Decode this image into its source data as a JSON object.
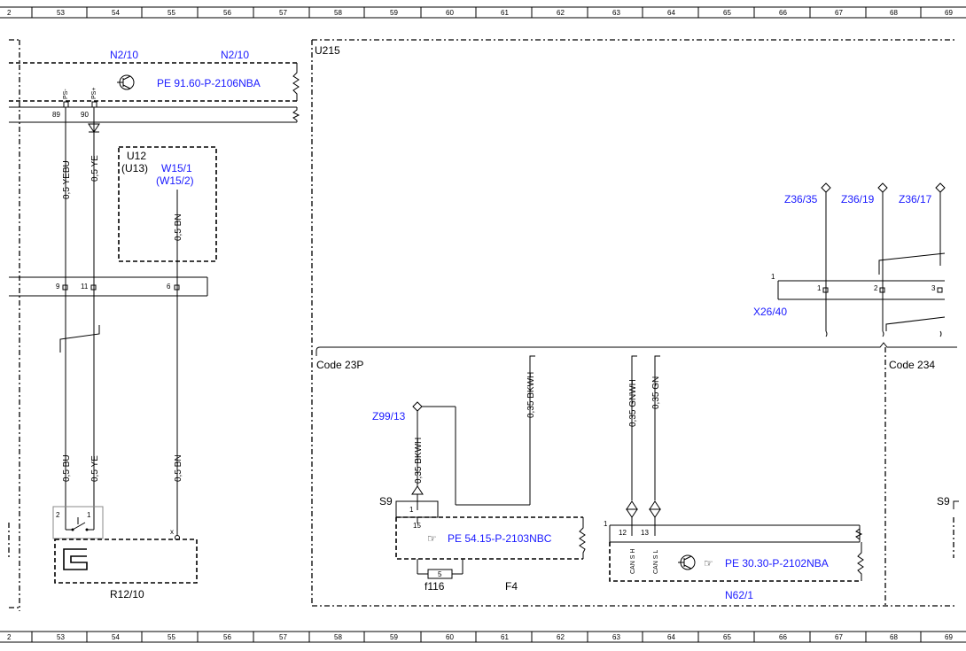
{
  "ruler": {
    "left_stub": "2",
    "numbers": [
      "53",
      "54",
      "55",
      "56",
      "57",
      "58",
      "59",
      "60",
      "61",
      "62",
      "63",
      "64",
      "65",
      "66",
      "67",
      "68",
      "69"
    ]
  },
  "components": {
    "n2_10_a": "N2/10",
    "n2_10_b": "N2/10",
    "pe_9160": "PE 91.60-P-2106NBA",
    "u215": "U215",
    "u12": "U12",
    "u13": "(U13)",
    "w15_1": "W15/1",
    "w15_2": "(W15/2)",
    "r12_10": "R12/10",
    "z36_35": "Z36/35",
    "z36_19": "Z36/19",
    "z36_17": "Z36/17",
    "x26_40": "X26/40",
    "code_23p": "Code 23P",
    "code_234": "Code 234",
    "z99_13": "Z99/13",
    "s9_left": "S9",
    "s9_right": "S9",
    "pe_5415": "PE 54.15-P-2103NBC",
    "pe_3030": "PE 30.30-P-2102NBA",
    "f116": "f116",
    "f4": "F4",
    "n62_1": "N62/1",
    "fuse_num": "5"
  },
  "pins": {
    "ps_minus": "PS-",
    "ps_plus": "PS+",
    "p89": "89",
    "p90": "90",
    "p9": "9",
    "p11": "11",
    "p6": "6",
    "x1": "1",
    "x1b": "1",
    "x2": "2",
    "x3": "3",
    "sw2": "2",
    "sw1": "1",
    "r_x": "x",
    "s9_1": "1",
    "s9_15": "15",
    "n62_1pin": "1",
    "n62_12": "12",
    "n62_13": "13",
    "can_h": "CAN S H",
    "can_l": "CAN S L"
  },
  "wires": {
    "w1_top": "0,5 YEBU",
    "w2_top": "0,5 YE",
    "w3_top": "0,5 BN",
    "w1_bot": "0,5 BU",
    "w2_bot": "0,5 YE",
    "w3_bot": "0,5 BN",
    "bkwh_1": "0,35 BKWH",
    "bkwh_2": "0,35 BKWH",
    "gnwh": "0,35 GNWH",
    "gn": "0,35 GN"
  }
}
